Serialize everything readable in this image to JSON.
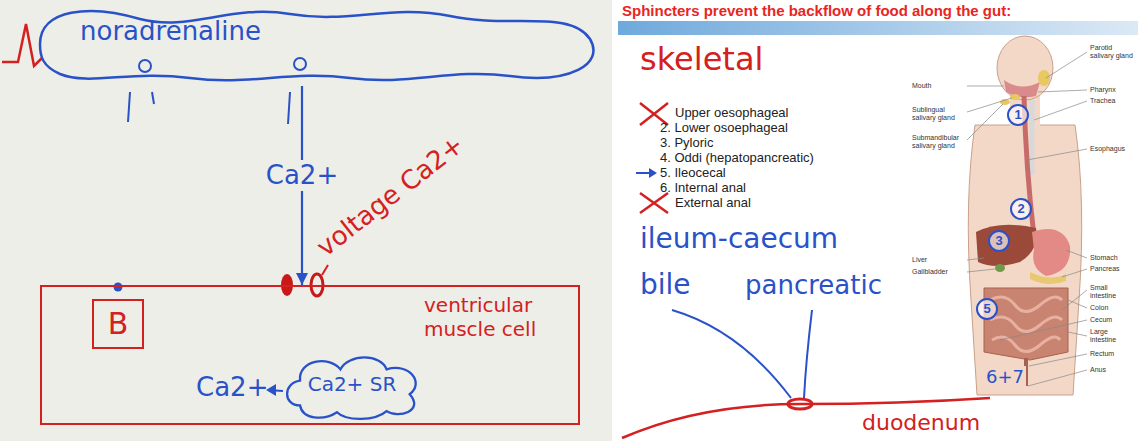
{
  "diagram": {
    "title": "Sphincters prevent the backflow of food along the gut:",
    "nodes": [
      {
        "text": [
          "noradrenaline"
        ]
      },
      {
        "text": [
          "ventricular muscle cell"
        ]
      },
      {
        "text": [
          "B"
        ],
        "in": 1
      },
      {
        "text": [
          "Ca2+ SR"
        ],
        "in": 1
      },
      {
        "text": [
          "1"
        ]
      },
      {
        "text": [
          "2"
        ]
      },
      {
        "text": [
          "3"
        ]
      },
      {
        "text": [
          "5"
        ]
      }
    ],
    "edges": [
      {
        "from": 0,
        "to": 1,
        "arrow": "to",
        "label": "Ca2+"
      }
    ],
    "labels": [
      "voltage Ca2+",
      "Ca2+",
      "skeletal",
      "Upper oesophageal",
      "2. Lower osoephageal",
      "3. Pyloric",
      "4. Oddi (hepatopancreatic)",
      "5. Ileocecal",
      "6. Internal anal",
      "External anal",
      "ileum-caecum",
      "bile",
      "pancreatic",
      "duodenum",
      "6+7",
      "Parotid salivary gland",
      "Mouth",
      "Pharynx",
      "Sublingual salivary gland",
      "Trachea",
      "Submandibular salivary gland",
      "Esophagus",
      "Liver",
      "Stomach",
      "Gallbladder",
      "Pancreas",
      "Small intestine",
      "Colon",
      "Cecum",
      "Large intestine",
      "Rectum",
      "Anus"
    ]
  }
}
